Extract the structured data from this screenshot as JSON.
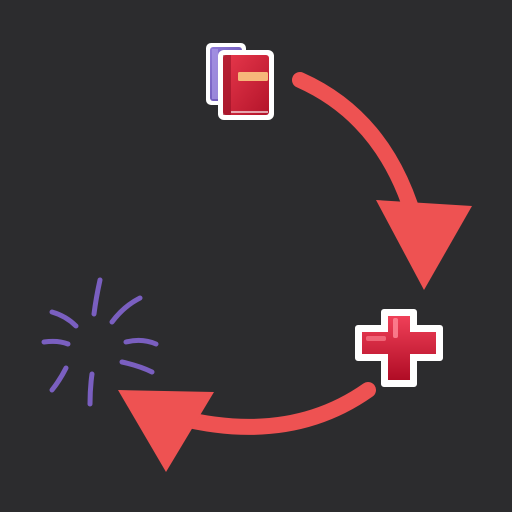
{
  "diagram": {
    "background_color": "#2c2c2e",
    "arrow_color": "#ee5252",
    "nodes": [
      {
        "id": "books",
        "icon": "books-icon",
        "order": 1
      },
      {
        "id": "plus",
        "icon": "red-plus-icon",
        "order": 2
      },
      {
        "id": "burst",
        "icon": "burst-icon",
        "order": 3
      }
    ],
    "edges": [
      {
        "from": "books",
        "to": "plus",
        "style": "curved-arrow"
      },
      {
        "from": "plus",
        "to": "burst",
        "style": "curved-arrow"
      }
    ],
    "colors": {
      "book_back": "#7b66c4",
      "book_front": "#d7263d",
      "book_label": "#f6b77a",
      "plus_fill": "#d4102f",
      "burst": "#7a5fc0",
      "icon_outline": "#ffffff"
    }
  }
}
